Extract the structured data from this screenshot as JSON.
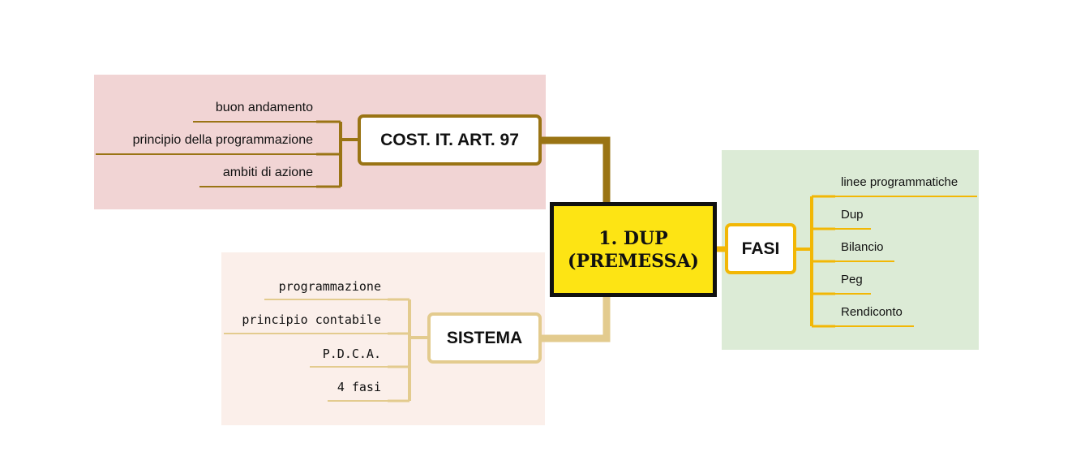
{
  "colors": {
    "top_region_bg": "#f1d4d4",
    "bottom_region_bg": "#fbefea",
    "right_region_bg": "#dcebd6",
    "top_branch": "#9a7414",
    "bottom_branch": "#e3cb8e",
    "right_branch": "#f2b705",
    "center_fill": "#fde414",
    "center_border": "#111111"
  },
  "center": {
    "line1": "1. DUP",
    "line2": "(PREMESSA)"
  },
  "top_branch": {
    "title": "COST. IT. ART. 97",
    "items": [
      "buon andamento",
      "principio della programmazione",
      "ambiti di azione"
    ]
  },
  "bottom_branch": {
    "title": "SISTEMA",
    "items": [
      "programmazione",
      "principio contabile",
      "P.D.C.A.",
      "4 fasi"
    ]
  },
  "right_branch": {
    "title": "FASI",
    "items": [
      "linee programmatiche",
      "Dup",
      "Bilancio",
      "Peg",
      "Rendiconto"
    ]
  }
}
